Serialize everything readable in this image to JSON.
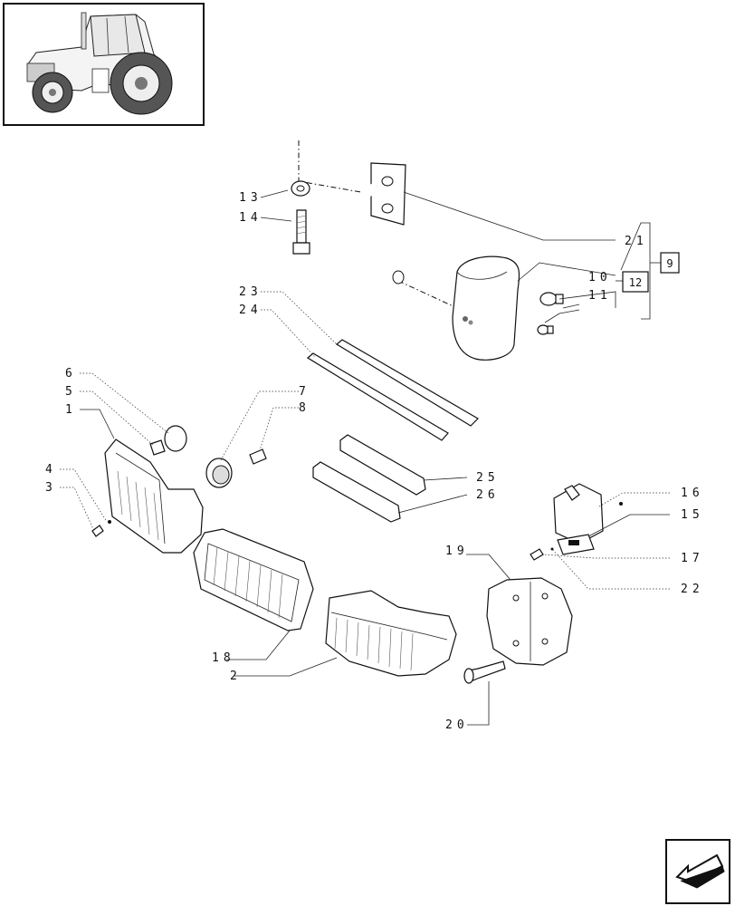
{
  "callouts": {
    "c1": "1",
    "c2": "2",
    "c3": "3",
    "c4": "4",
    "c5": "5",
    "c6": "6",
    "c7": "7",
    "c8": "8",
    "c10": "10",
    "c11": "11",
    "c13": "13",
    "c14": "14",
    "c15": "15",
    "c16": "16",
    "c17": "17",
    "c18": "18",
    "c19": "19",
    "c20": "20",
    "c21": "21",
    "c22": "22",
    "c23": "23",
    "c24": "24",
    "c25": "25",
    "c26": "26"
  },
  "boxed_refs": {
    "b9": "9",
    "b12": "12"
  },
  "icons": {
    "thumbnail": "tractor-thumbnail-icon",
    "navigation": "next-page-arrow-icon"
  }
}
